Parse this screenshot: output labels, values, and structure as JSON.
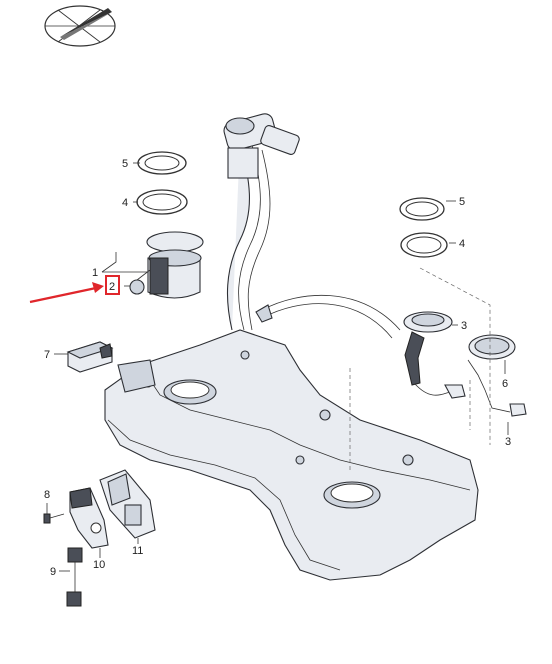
{
  "diagram": {
    "callouts": [
      "1",
      "2",
      "3",
      "3",
      "4",
      "4",
      "5",
      "5",
      "6",
      "7",
      "8",
      "9",
      "10",
      "11"
    ],
    "highlight_color": "#e0262b",
    "arrow_color": "#e0262b",
    "icon": "pencil-logo-icon"
  }
}
